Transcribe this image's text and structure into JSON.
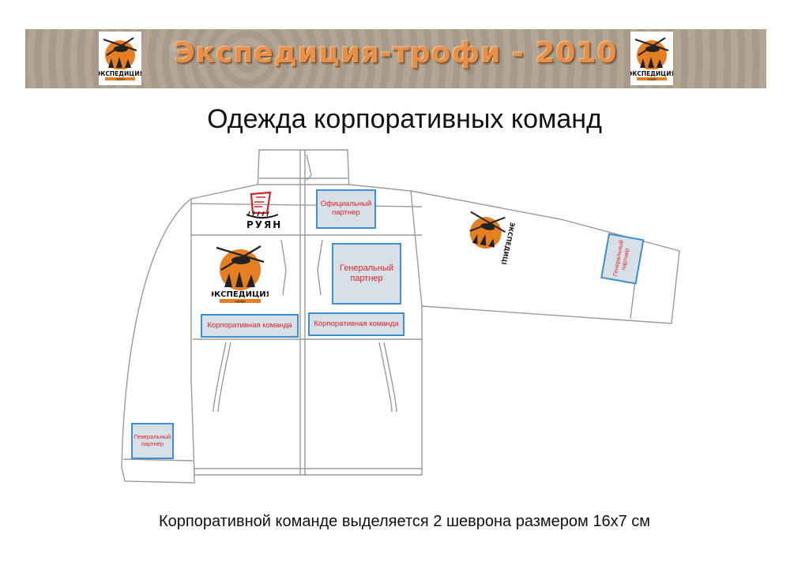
{
  "header": {
    "title": "Экспедиция-трофи - 2010",
    "logo_word": "ЭКСПЕДИЦИЯ",
    "logo_subword": "трофи"
  },
  "page_title": "Одежда  корпоративных команд",
  "jacket": {
    "logos": {
      "ruyan": "РУЯН",
      "expedition": "ЭКСПЕДИЦИЯ",
      "expedition_sub": "трофи"
    },
    "badges": {
      "official_partner": "Официальный партнер",
      "general_partner_chest": "Генеральный партнер",
      "corporate_team_left": "Корпоративная команда",
      "corporate_team_right": "Корпоративная команда",
      "general_partner_sleeve": "Генеральный партнер",
      "general_partner_cuff": "Генеральный партнер"
    }
  },
  "caption": "Корпоративной команде выделяется 2 шеврона размером 16х7 см",
  "colors": {
    "banner_title": "#e8904a",
    "badge_fill": "#d7e0e6",
    "badge_border": "#3d8fd1",
    "badge_text": "#e2232a",
    "logo_orange": "#e67e22"
  }
}
